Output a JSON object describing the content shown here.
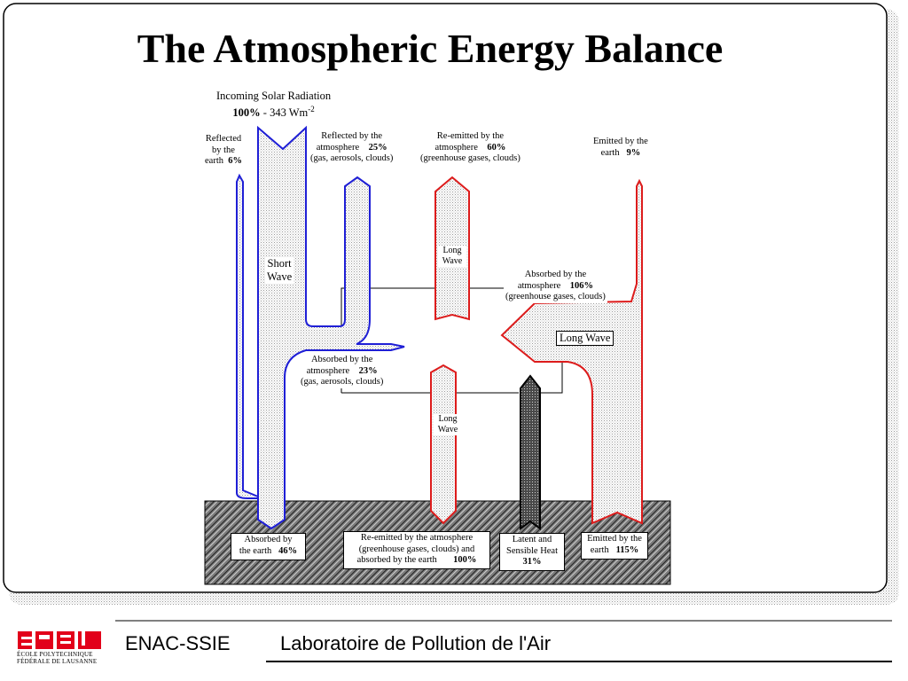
{
  "title": "The Atmospheric Energy Balance",
  "incoming": {
    "line1": "Incoming Solar Radiation",
    "pct": "100%",
    "rest": " - 343 Wm",
    "sup": "-2"
  },
  "reflected_earth": {
    "l1": "Reflected",
    "l2": "by the",
    "l3": "earth",
    "pct": "6%"
  },
  "reflected_atm": {
    "l1": "Reflected by the",
    "l2": "atmosphere",
    "pct": "25%",
    "l3": "(gas, aerosols, clouds)"
  },
  "reemitted_atm": {
    "l1": "Re-emitted by the",
    "l2": "atmosphere",
    "pct": "60%",
    "l3": "(greenhouse gases, clouds)"
  },
  "emitted_atm": {
    "l1": "Emitted by the",
    "l2": "earth",
    "pct": "9%"
  },
  "short_wave": {
    "l1": "Short",
    "l2": "Wave"
  },
  "long_wave_top": {
    "l1": "Long",
    "l2": "Wave"
  },
  "long_wave_bottom": {
    "l1": "Long",
    "l2": "Wave"
  },
  "long_wave_right": "Long Wave",
  "absorbed_atm_106": {
    "l1": "Absorbed by the",
    "l2": "atmosphere",
    "pct": "106%",
    "l3": "(greenhouse gases, clouds)"
  },
  "absorbed_atm_23": {
    "l1": "Absorbed by the",
    "l2": "atmosphere",
    "pct": "23%",
    "l3": "(gas, aerosols, clouds)"
  },
  "absorbed_earth": {
    "l1": "Absorbed by",
    "l2": "the earth",
    "pct": "46%"
  },
  "reemitted_earth": {
    "l1": "Re-emitted by the atmosphere",
    "l2": "(greenhouse gases, clouds) and",
    "l3": "absorbed by the earth",
    "pct": "100%"
  },
  "latent": {
    "l1": "Latent and",
    "l2": "Sensible Heat",
    "pct": "31%"
  },
  "emitted_earth": {
    "l1": "Emitted by the",
    "l2": "earth",
    "pct": "115%"
  },
  "footer": {
    "dept": "ENAC-SSIE",
    "lab": "Laboratoire de Pollution de l'Air"
  },
  "logo": {
    "mark": "EPFL",
    "sub1": "ÉCOLE POLYTECHNIQUE",
    "sub2": "FÉDÉRALE DE LAUSANNE"
  },
  "colors": {
    "blue": "#1f1fd6",
    "red": "#dd1c1c",
    "logo_red": "#e2001a"
  }
}
